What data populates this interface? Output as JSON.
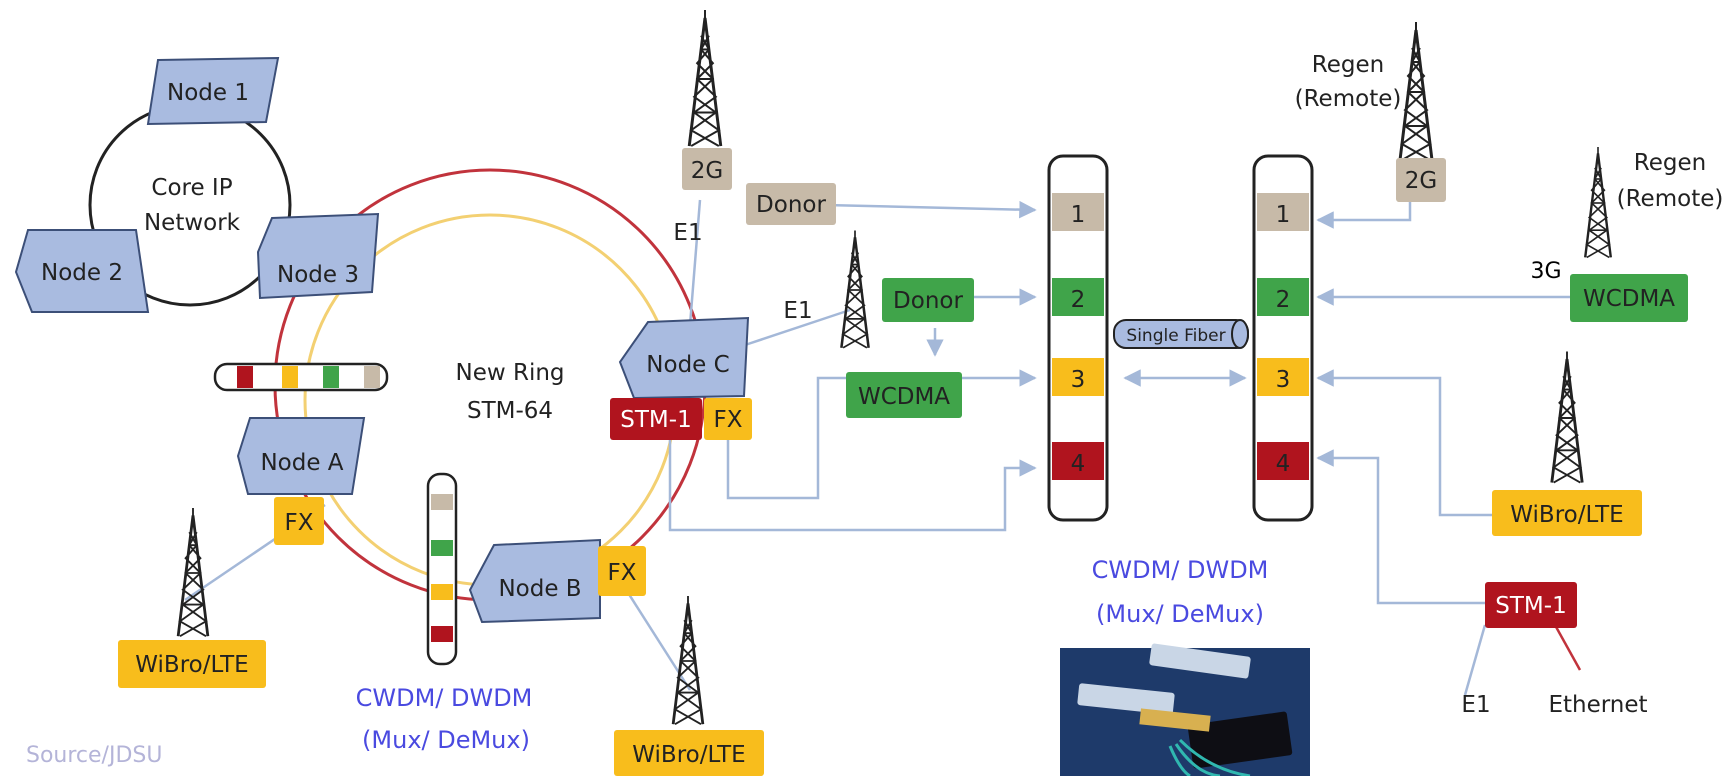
{
  "colors": {
    "node_fill": "#a9bbe0",
    "node_stroke": "#3c4f78",
    "beige": "#c7baa8",
    "green": "#40a44a",
    "yellow": "#f8bd1c",
    "red": "#b0141e",
    "ring_red": "#c1333c",
    "ring_yellow": "#f3d072",
    "arrow": "#a4b8d8",
    "caption_blue": "#4a4ae0",
    "source_gray": "#b4b4d8"
  },
  "core": {
    "node1": "Node 1",
    "node2": "Node 2",
    "node3": "Node 3",
    "label_line1": "Core IP",
    "label_line2": "Network"
  },
  "ring": {
    "label_line1": "New Ring",
    "label_line2": "STM-64",
    "nodeA": "Node A",
    "nodeB": "Node B",
    "nodeC": "Node C",
    "fx": "FX",
    "stm1": "STM-1"
  },
  "sites": {
    "twoG": "2G",
    "donor": "Donor",
    "wcdma": "WCDMA",
    "wibro": "WiBro/LTE",
    "e1": "E1",
    "ethernet": "Ethernet",
    "threeG": "3G",
    "regen_line1": "Regen",
    "regen_line2": "(Remote)",
    "stm1": "STM-1"
  },
  "mux": {
    "channels": [
      "1",
      "2",
      "3",
      "4"
    ],
    "single_fiber": "Single Fiber"
  },
  "captions": {
    "cwdm": "CWDM/ DWDM",
    "muxdemux": "(Mux/ DeMux)",
    "source": "Source/JDSU"
  }
}
